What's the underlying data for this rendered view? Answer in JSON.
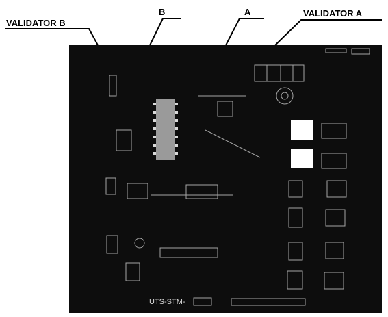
{
  "callouts": {
    "validator_b": "VALIDATOR B",
    "b": "B",
    "a": "A",
    "validator_a": "VALIDATOR A"
  },
  "board_texts": {
    "connector_label": "UTS-STM-"
  },
  "colors": {
    "board_background": "#0d0d0d",
    "ink": "#000000",
    "silkscreen": "#d8d8d8",
    "pad_white": "#ffffff",
    "chip_grey": "#9a9a9a"
  }
}
